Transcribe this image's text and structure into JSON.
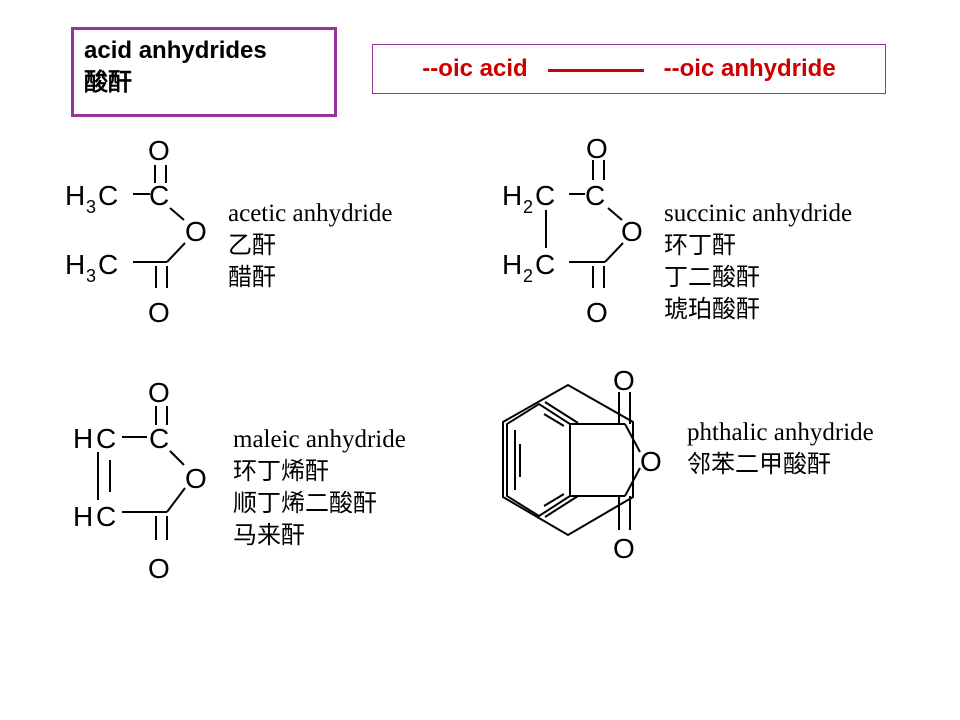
{
  "header": {
    "title_en": "acid anhydrides",
    "title_zh": "酸酐",
    "rule_left": "--oic acid",
    "rule_right": "--oic anhydride"
  },
  "compounds": [
    {
      "name_en": "acetic anhydride",
      "names_zh": [
        "乙酐",
        "醋酐"
      ]
    },
    {
      "name_en": "succinic anhydride",
      "names_zh": [
        "环丁酐",
        "丁二酸酐",
        "琥珀酸酐"
      ]
    },
    {
      "name_en": "maleic anhydride",
      "names_zh": [
        "环丁烯酐",
        "顺丁烯二酸酐",
        "马来酐"
      ]
    },
    {
      "name_en": "phthalic anhydride",
      "names_zh": [
        "邻苯二甲酸酐"
      ]
    }
  ],
  "atoms": {
    "O": "O",
    "C": "C",
    "H": "H",
    "three": "3",
    "two": "2"
  },
  "colors": {
    "title_border": "#993399",
    "rule_text": "#cc0000"
  }
}
